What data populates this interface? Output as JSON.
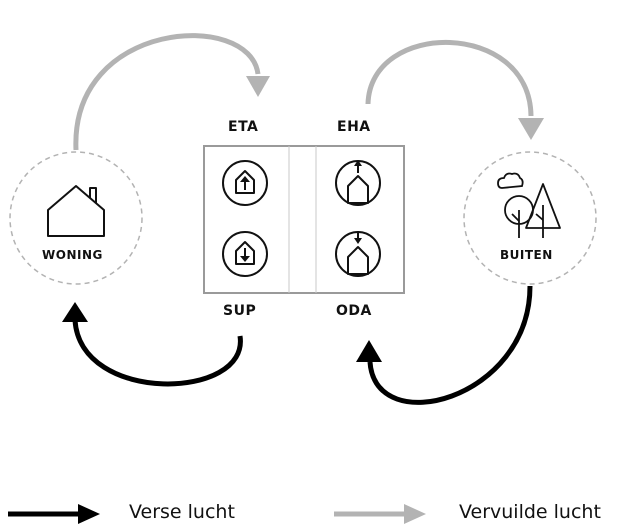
{
  "nodes": {
    "woning": "WONING",
    "buiten": "BUITEN"
  },
  "ports": {
    "eta": "ETA",
    "eha": "EHA",
    "sup": "SUP",
    "oda": "ODA"
  },
  "legend": {
    "fresh_label": "Verse lucht",
    "used_label": "Vervuilde lucht"
  },
  "colors": {
    "fresh_air": "#000000",
    "used_air": "#b3b3b3",
    "dashed_circle": "#b3b3b3",
    "unit_border": "#9a9a9a"
  },
  "icons": [
    "house-icon",
    "cloud-icon",
    "trees-icon",
    "house-arrow-up-icon",
    "house-arrow-down-icon"
  ]
}
